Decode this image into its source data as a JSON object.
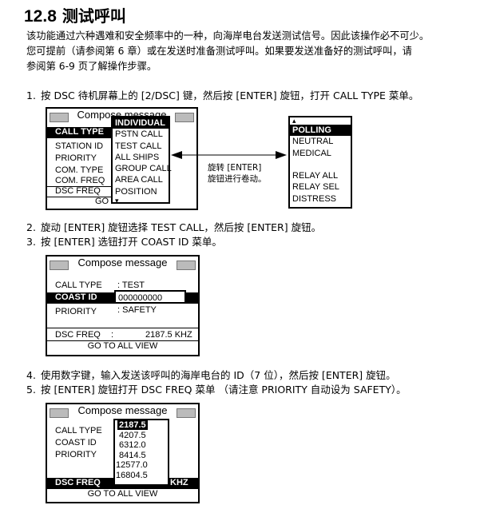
{
  "heading": {
    "number": "12.8",
    "title": "测试呼叫"
  },
  "intro": [
    "该功能通过六种遇难和安全频率中的一种，向海岸电台发送测试信号。因此该操作必不可少。",
    "您可提前（请参阅第 6 章）或在发送时准备测试呼叫。如果要发送准备好的测试呼叫，请",
    "参阅第 6-9 页了解操作步骤。"
  ],
  "steps": {
    "s1": {
      "n": "1.",
      "text": "按 DSC 待机屏幕上的 [2/DSC] 键，然后按 [ENTER] 旋钮，打开 CALL TYPE 菜单。"
    },
    "s2": {
      "n": "2.",
      "text": "旋动 [ENTER] 旋钮选择 TEST CALL，然后按 [ENTER] 旋钮。"
    },
    "s3": {
      "n": "3.",
      "text": "按 [ENTER] 选钮打开 COAST ID 菜单。"
    },
    "s4": {
      "n": "4.",
      "text": "使用数字键，输入发送该呼叫的海岸电台的 ID（7 位），然后按 [ENTER] 旋钮。"
    },
    "s5": {
      "n": "5.",
      "text": "按 [ENTER] 旋钮打开 DSC FREQ 菜单 （请注意 PRIORITY 自动设为 SAFETY）。"
    }
  },
  "screen1": {
    "title": "Compose message",
    "fields": [
      "CALL TYPE",
      "STATION ID",
      "PRIORITY",
      "COM. TYPE",
      "COM. FREQ",
      "DSC FREQ"
    ],
    "go": "GO",
    "menu": [
      "INDIVIDUAL",
      "PSTN CALL",
      "TEST CALL",
      "ALL SHIPS",
      "GROUP CALL",
      "AREA CALL",
      "POSITION"
    ],
    "menu_more": "▾",
    "note": [
      "旋转 [ENTER]",
      "旋钮进行卷动。"
    ],
    "menu2_top": "▴",
    "menu2": [
      "POLLING",
      "NEUTRAL",
      "MEDICAL",
      "",
      "RELAY ALL",
      "RELAY SEL",
      "DISTRESS"
    ]
  },
  "screen2": {
    "title": "Compose message",
    "call_type": "CALL TYPE",
    "call_type_val": ": TEST",
    "coast_id": "COAST ID",
    "coast_id_val": "000000000",
    "priority": "PRIORITY",
    "priority_val": ": SAFETY",
    "dsc_freq": "DSC FREQ",
    "dsc_freq_colon": ":",
    "dsc_freq_val": "2187.5 KHZ",
    "go": "GO TO ALL VIEW"
  },
  "screen3": {
    "title": "Compose message",
    "fields": [
      "CALL TYPE",
      "COAST ID",
      "PRIORITY"
    ],
    "dsc_freq": "DSC FREQ",
    "khz": "KHZ",
    "freqs": [
      "2187.5",
      "4207.5",
      "6312.0",
      "8414.5",
      "12577.0",
      "16804.5"
    ],
    "go": "GO TO ALL VIEW"
  }
}
